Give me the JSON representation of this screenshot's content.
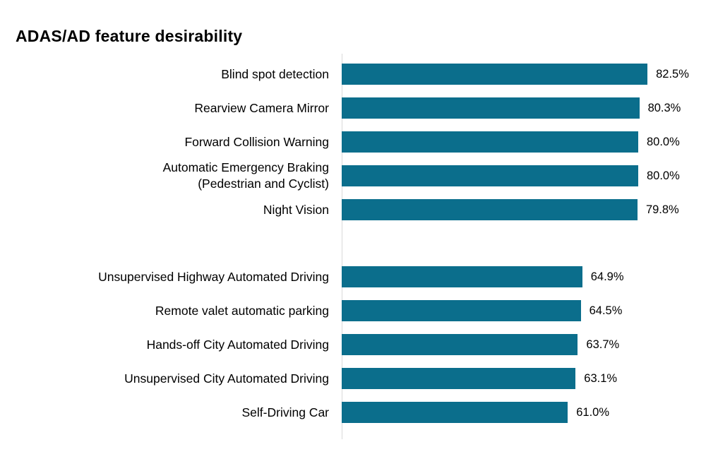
{
  "header": {
    "title": "ADAS/AD feature desirability"
  },
  "colors": {
    "bar": "#0b6e8c",
    "axis_line": "#d9d9d9",
    "text": "#000000",
    "background": "#ffffff"
  },
  "chart_data": {
    "type": "bar",
    "orientation": "horizontal",
    "title": "ADAS/AD feature desirability",
    "categories": [
      "Blind spot detection",
      "Rearview Camera Mirror",
      "Forward Collision Warning",
      "Automatic Emergency Braking\n(Pedestrian and Cyclist)",
      "Night Vision",
      "Unsupervised Highway Automated Driving",
      "Remote valet automatic parking",
      "Hands-off City Automated Driving",
      "Unsupervised City Automated Driving",
      "Self-Driving Car"
    ],
    "values": [
      82.5,
      80.3,
      80.0,
      80.0,
      79.8,
      64.9,
      64.5,
      63.7,
      63.1,
      61.0
    ],
    "value_labels": [
      "82.5%",
      "80.3%",
      "80.0%",
      "80.0%",
      "79.8%",
      "64.9%",
      "64.5%",
      "63.7%",
      "63.1%",
      "61.0%"
    ],
    "gap_after_index": 4,
    "xlim": [
      0,
      100
    ],
    "xlabel": "",
    "ylabel": "",
    "grid": "off",
    "legend": "none",
    "value_labels_position": "end-of-bar"
  }
}
